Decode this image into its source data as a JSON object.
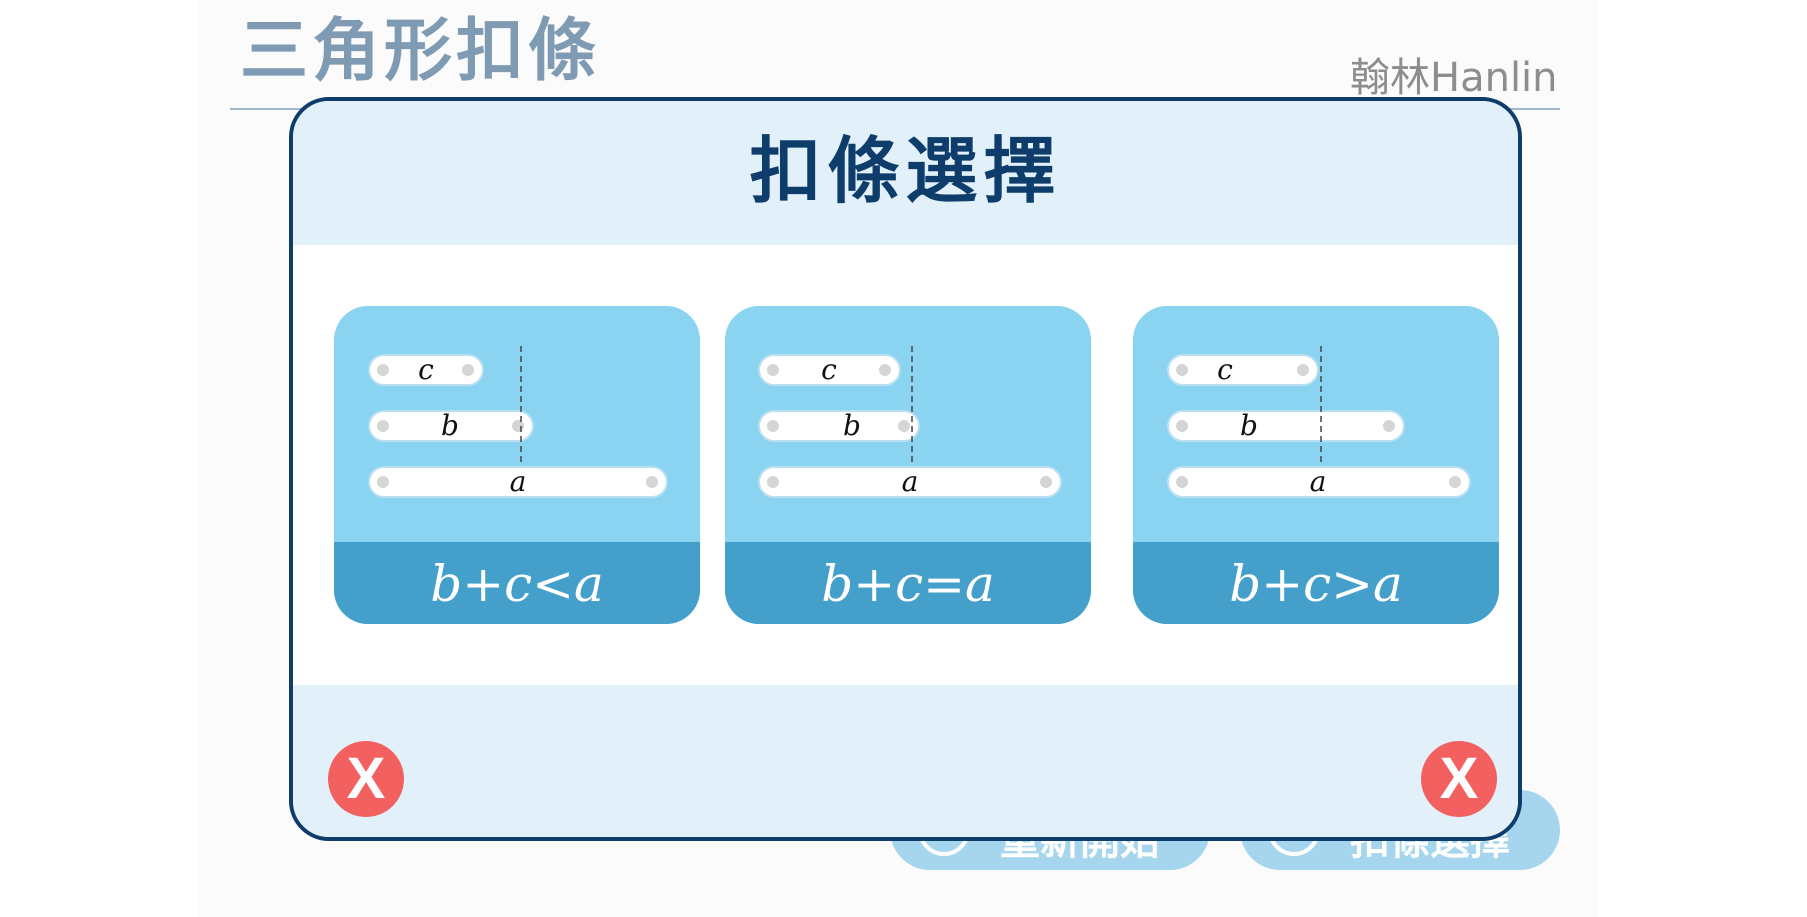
{
  "header": {
    "title": "三角形扣條",
    "brand": "翰林Hanlin"
  },
  "bottom_buttons": [
    {
      "label": "重新開始",
      "icon": "restart-icon"
    },
    {
      "label": "扣條選擇",
      "icon": "target-icon"
    }
  ],
  "modal": {
    "title": "扣條選擇",
    "cards": [
      {
        "formula": "b+c<a",
        "bars": {
          "c": "c",
          "b": "b",
          "a": "a"
        }
      },
      {
        "formula": "b+c=a",
        "bars": {
          "c": "c",
          "b": "b",
          "a": "a"
        }
      },
      {
        "formula": "b+c>a",
        "bars": {
          "c": "c",
          "b": "b",
          "a": "a"
        }
      }
    ],
    "close_left": "close-icon",
    "close_right": "close-icon"
  },
  "colors": {
    "accent": "#0e3d6b",
    "card_top": "#8ad3f1",
    "card_band": "#449fca",
    "close": "#f2605f",
    "title_gray_blue": "#7f9bb4"
  }
}
